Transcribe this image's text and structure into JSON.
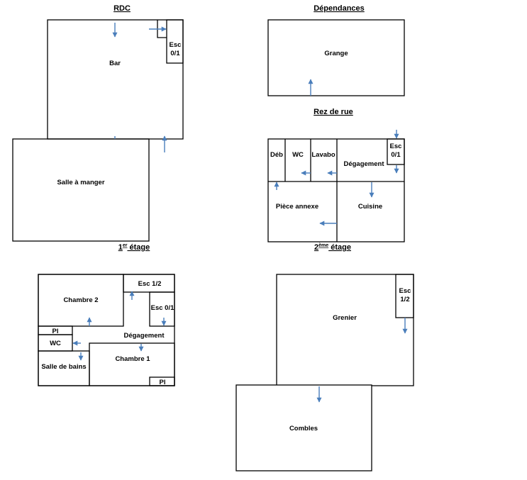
{
  "colors": {
    "walls": "#000000",
    "arrows": "#4a7ebb",
    "background": "#ffffff"
  },
  "rdc": {
    "title": "RDC",
    "rooms": {
      "bar": "Bar",
      "esc_line1": "Esc",
      "esc_line2": "0/1",
      "salle_a_manger": "Salle à manger"
    }
  },
  "dependances": {
    "title": "Dépendances",
    "rooms": {
      "grange": "Grange"
    }
  },
  "rez_de_rue": {
    "title": "Rez de rue",
    "rooms": {
      "deb": "Déb",
      "wc": "WC",
      "lavabo": "Lavabo",
      "degagement": "Dégagement",
      "esc_line1": "Esc",
      "esc_line2": "0/1",
      "piece_annexe": "Pièce annexe",
      "cuisine": "Cuisine"
    }
  },
  "etage1": {
    "title_num": "1",
    "title_sup": "er",
    "title_rest": " étage",
    "rooms": {
      "chambre2": "Chambre 2",
      "esc12": "Esc 1/2",
      "esc01": "Esc 0/1",
      "pl_top": "Pl",
      "wc": "WC",
      "degagement": "Dégagement",
      "salle_de_bains": "Salle de bains",
      "chambre1": "Chambre 1",
      "pl_bottom": "Pl"
    }
  },
  "etage2": {
    "title_num": "2",
    "title_sup": "ème",
    "title_rest": " étage",
    "rooms": {
      "grenier": "Grenier",
      "esc_line1": "Esc",
      "esc_line2": "1/2",
      "combles": "Combles"
    }
  }
}
